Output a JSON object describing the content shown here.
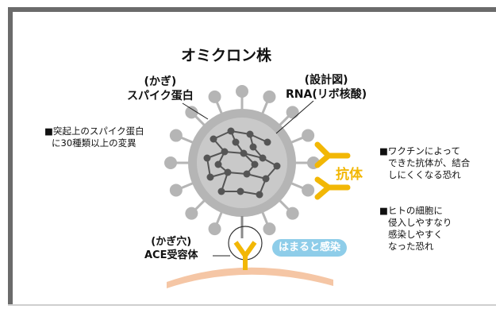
{
  "title": "オミクロン株",
  "spike": {
    "line1": "(かぎ)",
    "line2": "スパイク蛋白"
  },
  "rna": {
    "line1": "(設計図)",
    "line2": "RNA(リボ核酸)"
  },
  "note_mutation": {
    "line1": "■突起上のスパイク蛋白",
    "line2": "に30種類以上の変異"
  },
  "antibody": {
    "label": "抗体",
    "color": "#f2b705"
  },
  "note_vaccine": {
    "line1": "■ワクチンによって",
    "line2": "できた抗体が、結合",
    "line3": "しにくくなる恐れ"
  },
  "note_infection": {
    "line1": "■ヒトの細胞に",
    "line2": "侵入しやすなり",
    "line3": "感染しやすく",
    "line4": "なった恐れ"
  },
  "ace": {
    "line1": "(かぎ穴)",
    "line2": "ACE受容体"
  },
  "binding_badge": {
    "label": "はまると感染",
    "color": "#8ecde9"
  },
  "colors": {
    "virus_body": "#b5b5b5",
    "virus_dark": "#555555",
    "cell": "#f5c6a5",
    "frame": "#6b6b6b"
  }
}
